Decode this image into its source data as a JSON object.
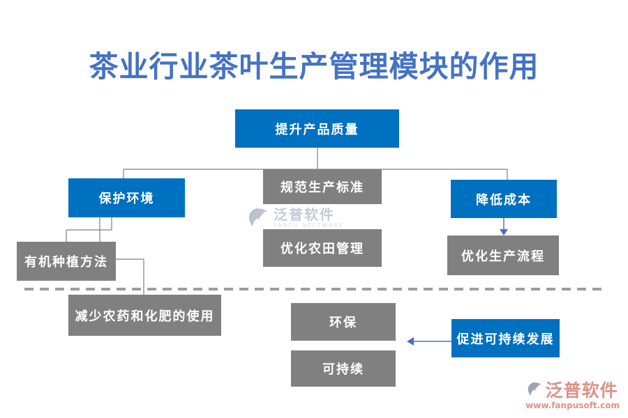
{
  "title": "茶业行业茶叶生产管理模块的作用",
  "colors": {
    "title_blue": "#4472C4",
    "box_blue": "#0070C0",
    "box_gray": "#808080",
    "connector_gray": "#7f7f7f",
    "arrow_blue": "#4472C4",
    "dashed_line_gray": "#9d9d9d",
    "watermark_salmon": "#dd9287",
    "watermark_light_blue": "#c2cbda"
  },
  "nodes": {
    "improve_quality": "提升产品质量",
    "protect_env": "保护环境",
    "standardize": "规范生产标准",
    "reduce_cost": "降低成本",
    "organic_methods": "有机种植方法",
    "optimize_farmland": "优化农田管理",
    "optimize_process": "优化生产流程",
    "reduce_pesticide": "减少农药和化肥的使用",
    "env_protection": "环保",
    "sustainable": "可持续",
    "promote_sustainable": "促进可持续发展"
  },
  "edges": [
    {
      "from": "提升产品质量",
      "to": "保护环境",
      "style": "line"
    },
    {
      "from": "提升产品质量",
      "to": "规范生产标准",
      "style": "line"
    },
    {
      "from": "提升产品质量",
      "to": "降低成本",
      "style": "line"
    },
    {
      "from": "保护环境",
      "to": "有机种植方法",
      "style": "line"
    },
    {
      "from": "降低成本",
      "to": "优化生产流程",
      "style": "arrow"
    },
    {
      "from": "有机种植方法",
      "to": "减少农药和化肥的使用",
      "style": "line"
    },
    {
      "from": "促进可持续发展",
      "to": "环保 / 可持续",
      "style": "arrow"
    }
  ],
  "watermark_center": {
    "name": "泛普软件",
    "subtitle": "FANPU SOFTWARE"
  },
  "watermark_corner": {
    "name": "泛普软件",
    "url": "www.fanpusoft.com"
  }
}
